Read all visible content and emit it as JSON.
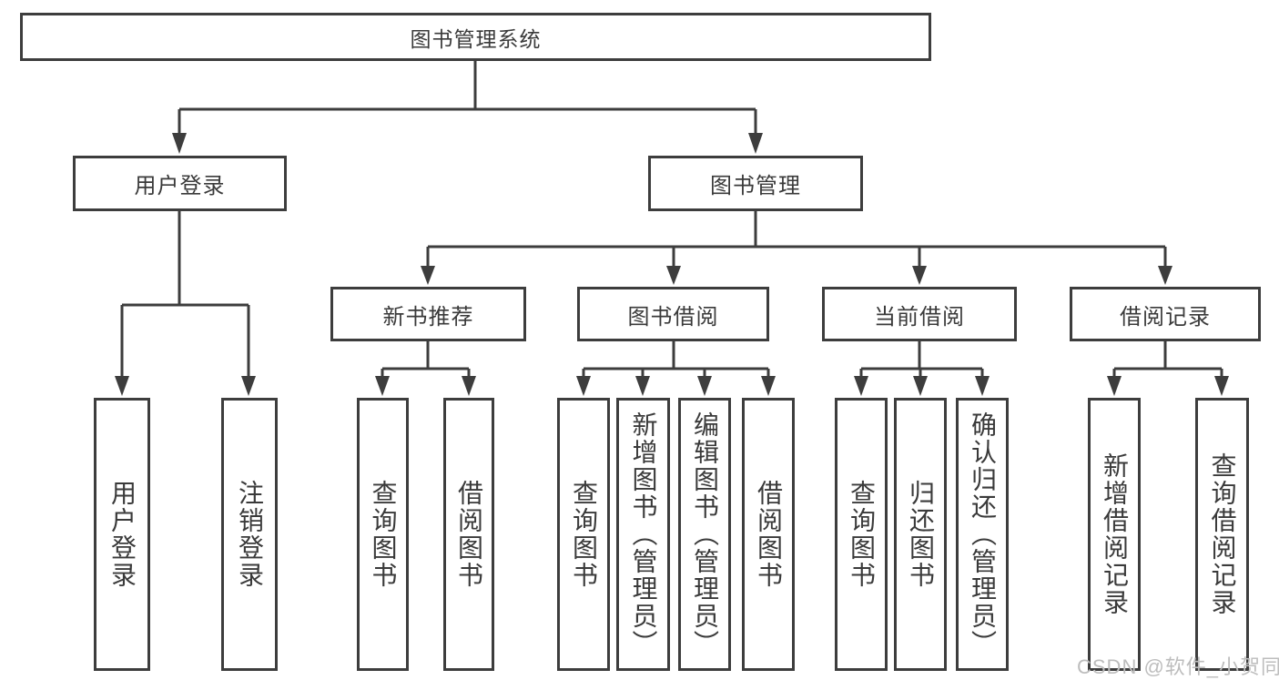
{
  "tree": {
    "root": {
      "label": "图书管理系统"
    },
    "branches": [
      {
        "label": "用户登录",
        "children": [
          "用户登录",
          "注销登录"
        ]
      },
      {
        "label": "图书管理",
        "children": [
          {
            "label": "新书推荐",
            "children": [
              "查询图书",
              "借阅图书"
            ]
          },
          {
            "label": "图书借阅",
            "children": [
              "查询图书",
              "新增图书（管理员）",
              "编辑图书（管理员）",
              "借阅图书"
            ]
          },
          {
            "label": "当前借阅",
            "children": [
              "查询图书",
              "归还图书",
              "确认归还（管理员）"
            ]
          },
          {
            "label": "借阅记录",
            "children": [
              "新增借阅记录",
              "查询借阅记录"
            ]
          }
        ]
      }
    ]
  },
  "watermark": {
    "text": "CSDN @软件_小贺同学"
  },
  "colors": {
    "line": "#3d3d3d",
    "text": "#3a3a3a",
    "watermark": "#bdbdbd",
    "background": "#ffffff"
  }
}
